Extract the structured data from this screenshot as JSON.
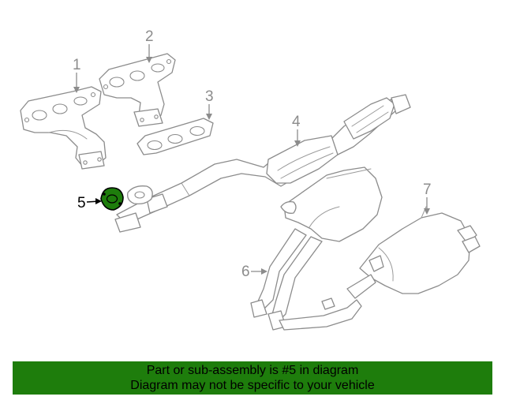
{
  "callouts": {
    "c1": "1",
    "c2": "2",
    "c3": "3",
    "c4": "4",
    "c5": "5",
    "c6": "6",
    "c7": "7"
  },
  "highlight_color": "#1e7d0c",
  "banner": {
    "line1": "Part or sub-assembly is #5 in diagram",
    "line2": "Diagram may not be specific to your vehicle"
  }
}
